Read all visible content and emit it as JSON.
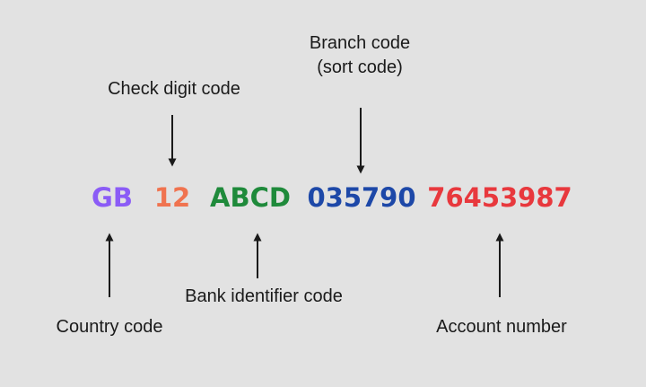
{
  "segments": [
    {
      "text": "GB",
      "color": "#8b5cf6"
    },
    {
      "text": "12",
      "color": "#f0734f"
    },
    {
      "text": "ABCD",
      "color": "#1f8a3b"
    },
    {
      "text": "035790",
      "color": "#1d48a8"
    },
    {
      "text": "76453987",
      "color": "#e8383d"
    }
  ],
  "labels": {
    "check_digit": "Check digit code",
    "branch_line1": "Branch code",
    "branch_line2": "(sort code)",
    "country": "Country code",
    "bank_identifier": "Bank identifier code",
    "account": "Account number"
  },
  "arrow_color": "#1a1a1a"
}
